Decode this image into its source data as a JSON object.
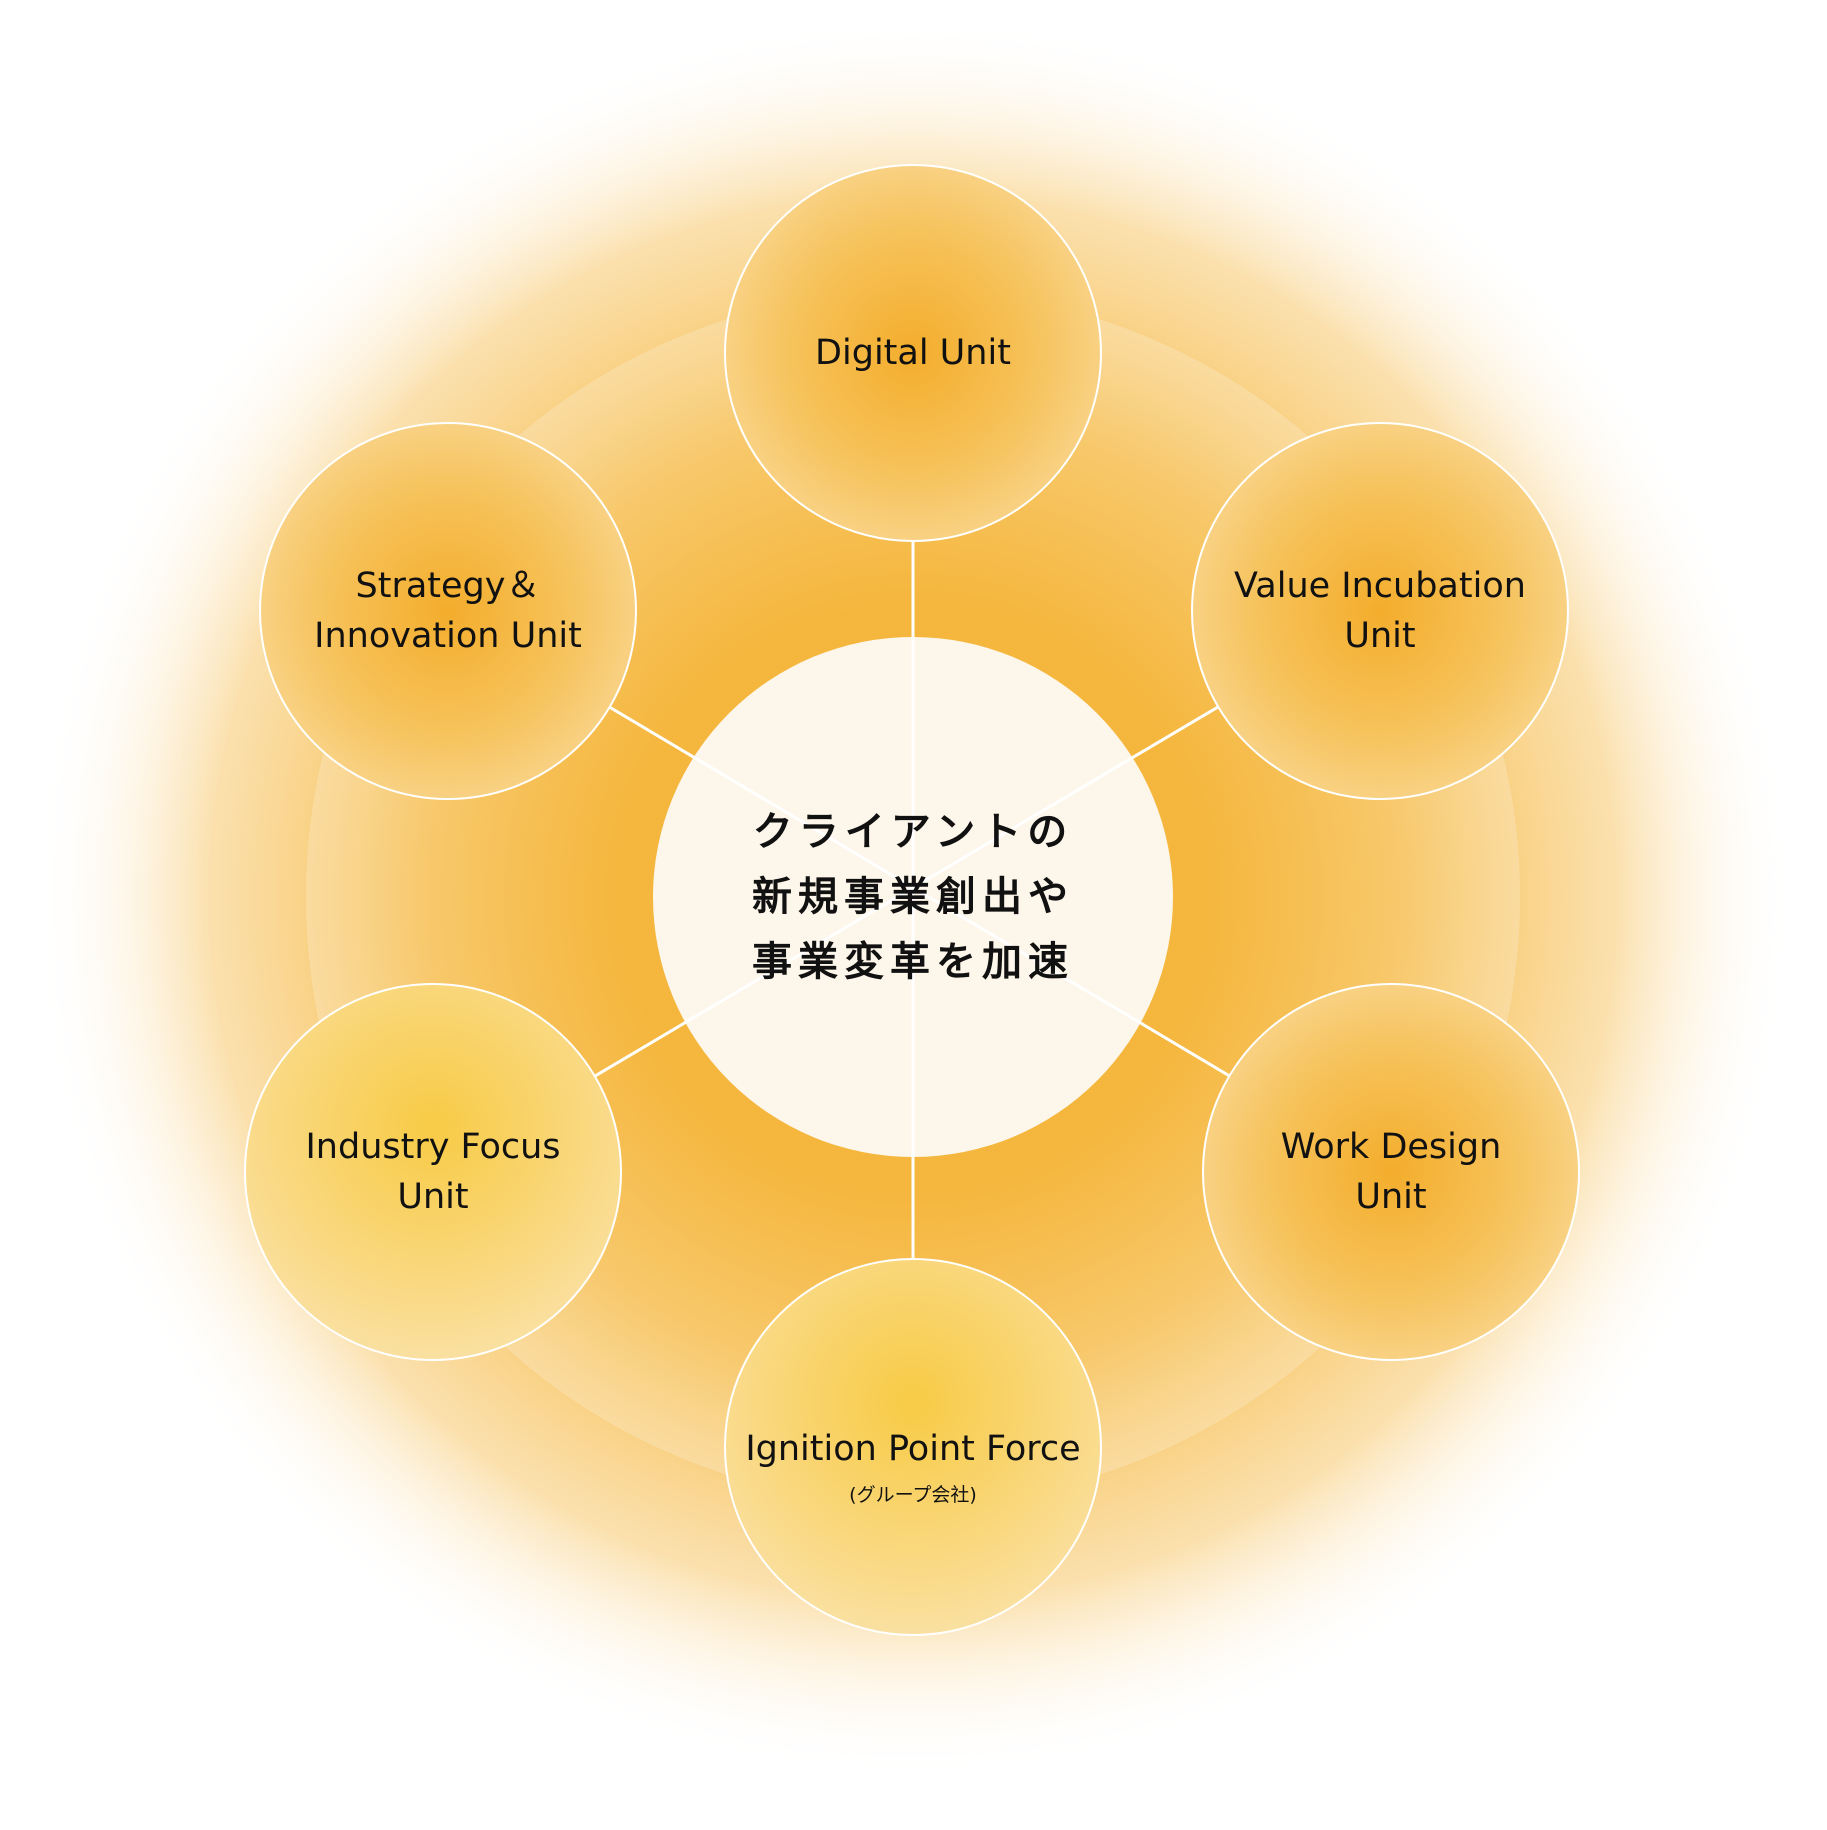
{
  "center": {
    "line1": "クライアントの",
    "line2": "新規事業創出や",
    "line3": "事業変革を加速"
  },
  "units": [
    {
      "label": "Digital Unit"
    },
    {
      "label": "Value Incubation",
      "label2": "Unit"
    },
    {
      "label": "Work Design",
      "label2": "Unit"
    },
    {
      "label": "Ignition Point Force",
      "sub": "(グループ会社)"
    },
    {
      "label": "Industry Focus",
      "label2": "Unit"
    },
    {
      "label": "Strategy＆",
      "label2": "Innovation Unit"
    }
  ],
  "colors": {
    "accent": "#f4ad2c",
    "center": "#fdf6ea",
    "line": "#ffffff"
  }
}
